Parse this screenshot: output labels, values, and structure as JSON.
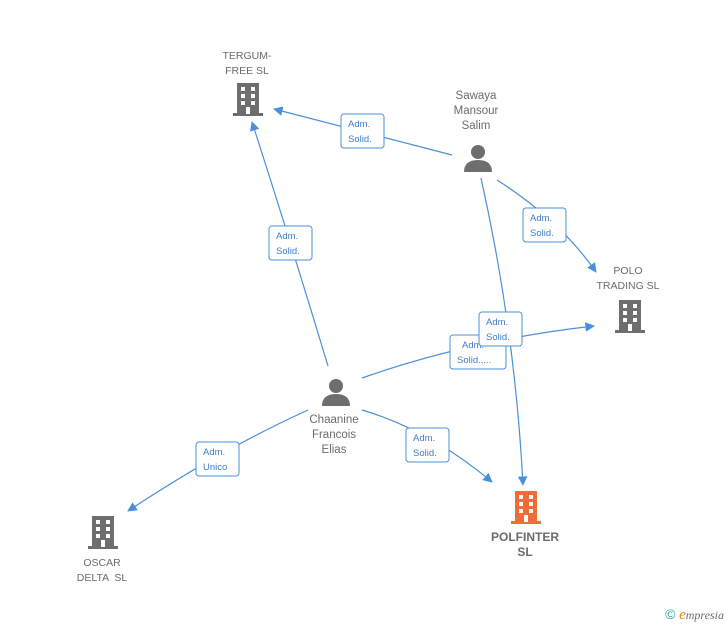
{
  "nodes": {
    "tergum": {
      "label_lines": [
        "TERGUM-",
        "FREE SL"
      ],
      "type": "company"
    },
    "sawaya": {
      "label_lines": [
        "Sawaya",
        "Mansour",
        "Salim"
      ],
      "type": "person"
    },
    "polo": {
      "label_lines": [
        "POLO",
        "TRADING SL"
      ],
      "type": "company"
    },
    "chaanine": {
      "label_lines": [
        "Chaanine",
        "Francois",
        "Elias"
      ],
      "type": "person"
    },
    "polfinter": {
      "label_lines": [
        "POLFINTER",
        "SL"
      ],
      "type": "company-main"
    },
    "oscar": {
      "label_lines": [
        "OSCAR",
        "DELTA  SL"
      ],
      "type": "company"
    }
  },
  "relations": {
    "r1": {
      "lines": [
        "Adm.",
        "Solid."
      ]
    },
    "r2": {
      "lines": [
        "Adm.",
        "Solid."
      ]
    },
    "r3": {
      "lines": [
        "Adm.",
        "Solid."
      ]
    },
    "r4": {
      "lines": [
        "Adm.",
        "Solid."
      ]
    },
    "r5": {
      "lines": [
        "Adm.",
        "Solid.,..."
      ]
    },
    "r6": {
      "lines": [
        "Adm.",
        "Solid."
      ]
    },
    "r7": {
      "lines": [
        "Adm.",
        "Unico"
      ]
    }
  },
  "colors": {
    "edge": "#4a8fd8",
    "icon_gray": "#6e6e6e",
    "icon_main": "#f26b3a"
  },
  "brand": {
    "copyright": "©",
    "e": "e",
    "rest": "mpresia"
  }
}
